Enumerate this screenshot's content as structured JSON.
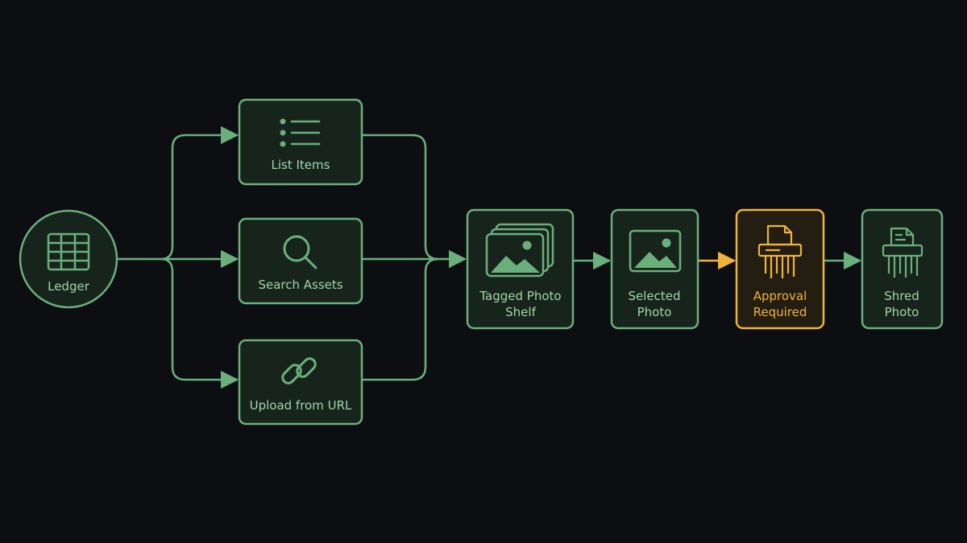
{
  "colors": {
    "background": "#0c0e11",
    "node_fill": "#17241c",
    "green_stroke": "#6bb07c",
    "green_text": "#9fd6a8",
    "amber_stroke": "#f0b43c",
    "amber_fill": "#231d12",
    "amber_text": "#f0b43c"
  },
  "nodes": {
    "ledger": {
      "label": "Ledger",
      "icon": "spreadsheet-icon"
    },
    "list_items": {
      "label": "List Items",
      "icon": "list-icon"
    },
    "search_assets": {
      "label": "Search Assets",
      "icon": "magnifier-icon"
    },
    "upload_url": {
      "label": "Upload from URL",
      "icon": "link-icon"
    },
    "tagged_shelf": {
      "line1": "Tagged Photo",
      "line2": "Shelf",
      "icon": "photo-stack-icon"
    },
    "selected_photo": {
      "line1": "Selected",
      "line2": "Photo",
      "icon": "photo-icon"
    },
    "approval": {
      "line1": "Approval",
      "line2": "Required",
      "icon": "shredder-icon"
    },
    "shred_photo": {
      "line1": "Shred",
      "line2": "Photo",
      "icon": "shredder-icon"
    }
  }
}
